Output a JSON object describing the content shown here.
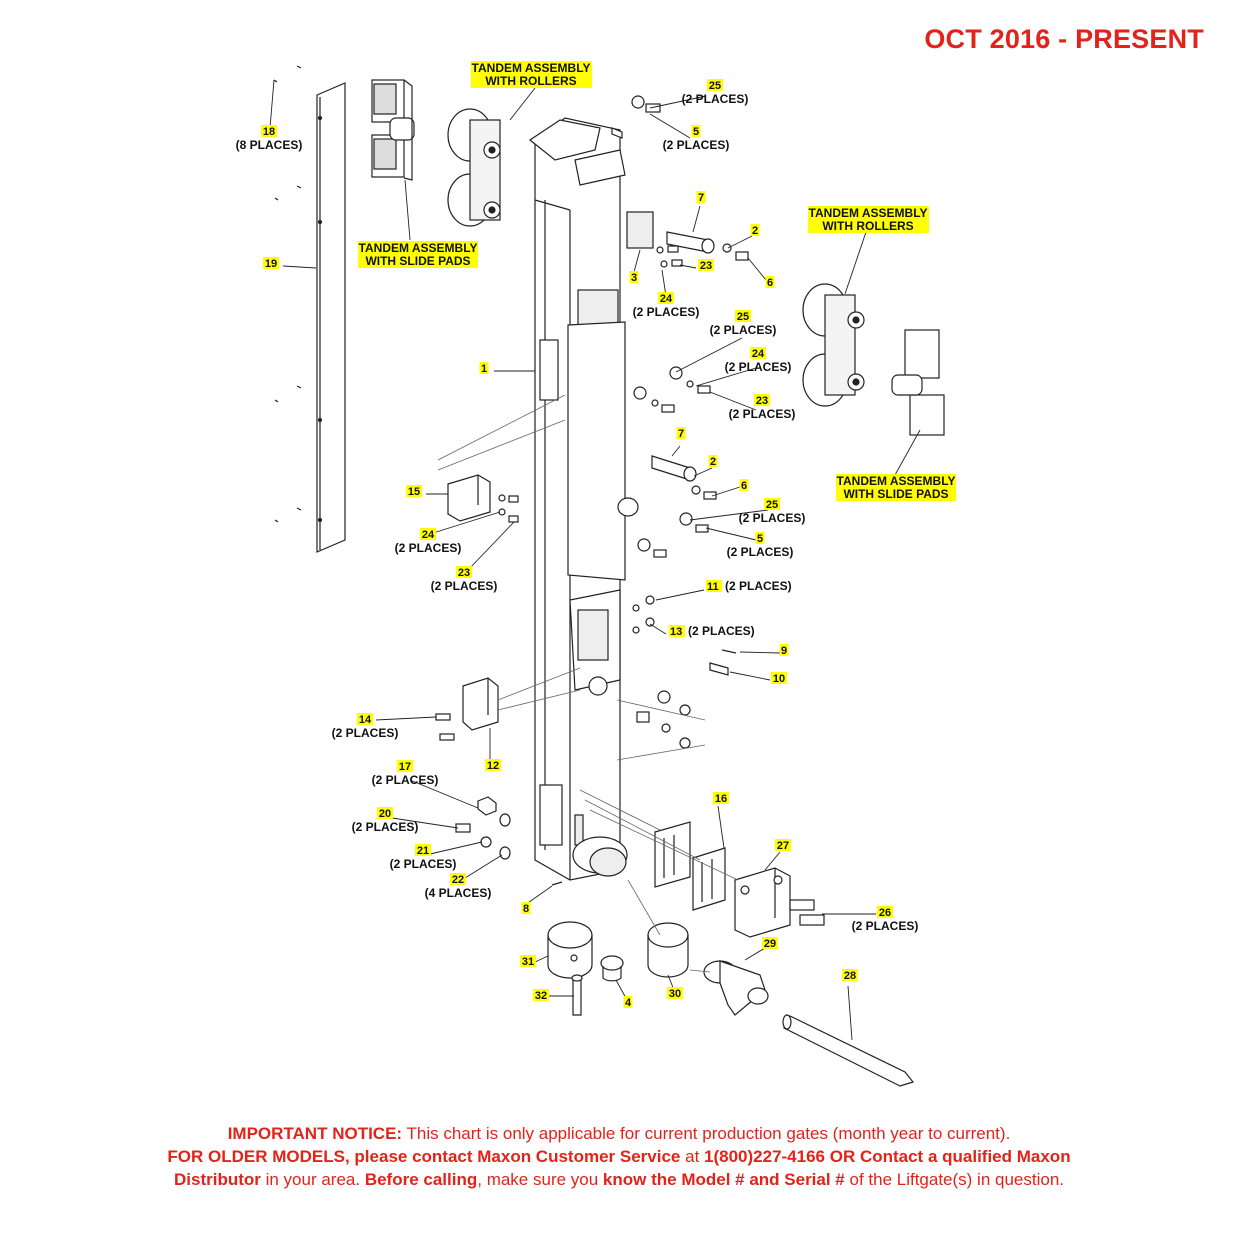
{
  "header": {
    "date_range": "OCT 2016 - PRESENT"
  },
  "callouts": [
    {
      "id": "c18",
      "num": "18",
      "note": "(8 PLACES)"
    },
    {
      "id": "c19",
      "num": "19",
      "note": ""
    },
    {
      "id": "c1",
      "num": "1",
      "note": ""
    },
    {
      "id": "c25a",
      "num": "25",
      "note": "(2 PLACES)"
    },
    {
      "id": "c5a",
      "num": "5",
      "note": "(2 PLACES)"
    },
    {
      "id": "c7a",
      "num": "7",
      "note": ""
    },
    {
      "id": "c2a",
      "num": "2",
      "note": ""
    },
    {
      "id": "c6a",
      "num": "6",
      "note": ""
    },
    {
      "id": "c3",
      "num": "3",
      "note": ""
    },
    {
      "id": "c23a",
      "num": "23",
      "note": ""
    },
    {
      "id": "c24a",
      "num": "24",
      "note": "(2 PLACES)"
    },
    {
      "id": "c25b",
      "num": "25",
      "note": "(2 PLACES)"
    },
    {
      "id": "c24b",
      "num": "24",
      "note": "(2 PLACES)"
    },
    {
      "id": "c23b",
      "num": "23",
      "note": "(2 PLACES)"
    },
    {
      "id": "c7b",
      "num": "7",
      "note": ""
    },
    {
      "id": "c2b",
      "num": "2",
      "note": ""
    },
    {
      "id": "c6b",
      "num": "6",
      "note": ""
    },
    {
      "id": "c25c",
      "num": "25",
      "note": "(2 PLACES)"
    },
    {
      "id": "c5b",
      "num": "5",
      "note": "(2 PLACES)"
    },
    {
      "id": "c15",
      "num": "15",
      "note": ""
    },
    {
      "id": "c24c",
      "num": "24",
      "note": "(2 PLACES)"
    },
    {
      "id": "c23c",
      "num": "23",
      "note": "(2 PLACES)"
    },
    {
      "id": "c11",
      "num": "11",
      "note": "(2 PLACES)"
    },
    {
      "id": "c13",
      "num": "13",
      "note": "(2 PLACES)"
    },
    {
      "id": "c9",
      "num": "9",
      "note": ""
    },
    {
      "id": "c10",
      "num": "10",
      "note": ""
    },
    {
      "id": "c14",
      "num": "14",
      "note": "(2 PLACES)"
    },
    {
      "id": "c12",
      "num": "12",
      "note": ""
    },
    {
      "id": "c17",
      "num": "17",
      "note": "(2 PLACES)"
    },
    {
      "id": "c20",
      "num": "20",
      "note": "(2 PLACES)"
    },
    {
      "id": "c21",
      "num": "21",
      "note": "(2 PLACES)"
    },
    {
      "id": "c22",
      "num": "22",
      "note": "(4 PLACES)"
    },
    {
      "id": "c8",
      "num": "8",
      "note": ""
    },
    {
      "id": "c16",
      "num": "16",
      "note": ""
    },
    {
      "id": "c27",
      "num": "27",
      "note": ""
    },
    {
      "id": "c26",
      "num": "26",
      "note": "(2 PLACES)"
    },
    {
      "id": "c29",
      "num": "29",
      "note": ""
    },
    {
      "id": "c28",
      "num": "28",
      "note": ""
    },
    {
      "id": "c31",
      "num": "31",
      "note": ""
    },
    {
      "id": "c30",
      "num": "30",
      "note": ""
    },
    {
      "id": "c32",
      "num": "32",
      "note": ""
    },
    {
      "id": "c4",
      "num": "4",
      "note": ""
    }
  ],
  "assembly_labels": [
    {
      "id": "a1",
      "line1": "TANDEM ASSEMBLY",
      "line2": "WITH ROLLERS"
    },
    {
      "id": "a2",
      "line1": "TANDEM ASSEMBLY",
      "line2": "WITH SLIDE PADS"
    },
    {
      "id": "a3",
      "line1": "TANDEM ASSEMBLY",
      "line2": "WITH ROLLERS"
    },
    {
      "id": "a4",
      "line1": "TANDEM ASSEMBLY",
      "line2": "WITH SLIDE PADS"
    }
  ],
  "notice": {
    "l1_bold": "IMPORTANT NOTICE:",
    "l1_text": " This chart is only applicable for current production gates (month year to current).",
    "l2_bold1": "FOR OLDER MODELS, please contact Maxon Customer Service",
    "l2_text1": " at ",
    "l2_bold2": "1(800)227-4166 OR Contact a qualified Maxon",
    "l3_bold1": "Distributor",
    "l3_text1": " in your area. ",
    "l3_bold2": "Before calling",
    "l3_text2": ", make sure you ",
    "l3_bold3": "know the Model # and Serial #",
    "l3_text3": " of the Liftgate(s) in question."
  },
  "colors": {
    "accent_red": "#e2231a",
    "highlight_yellow": "#ffff00",
    "line": "#222222"
  }
}
